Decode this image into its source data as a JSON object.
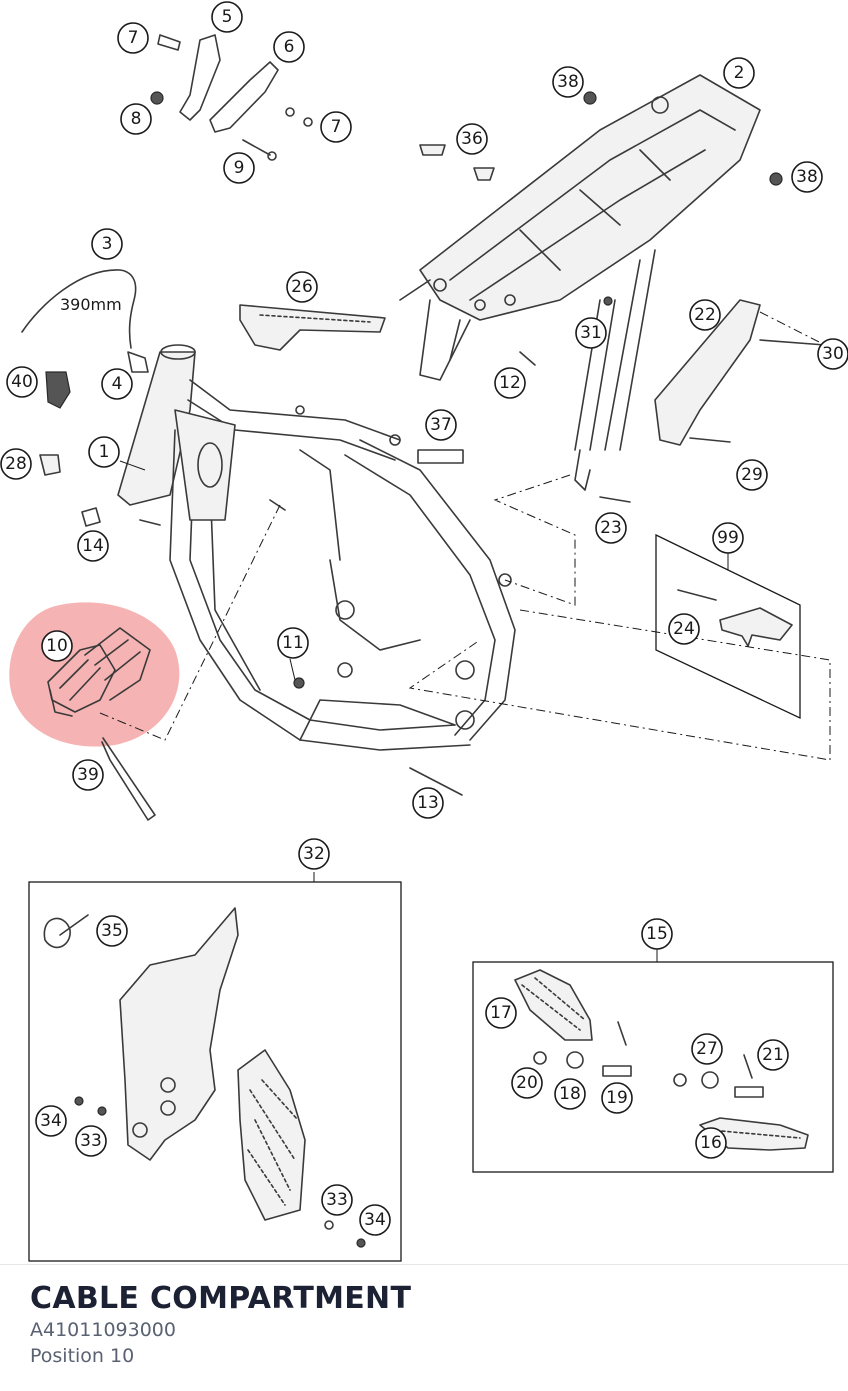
{
  "highlight_color": "#f08080",
  "dimension_label": "390mm",
  "callouts": [
    "1",
    "2",
    "3",
    "4",
    "5",
    "6",
    "7",
    "7",
    "8",
    "9",
    "10",
    "11",
    "12",
    "13",
    "14",
    "15",
    "16",
    "17",
    "18",
    "19",
    "20",
    "21",
    "22",
    "23",
    "24",
    "26",
    "27",
    "28",
    "29",
    "30",
    "31",
    "32",
    "33",
    "33",
    "34",
    "34",
    "35",
    "36",
    "37",
    "38",
    "38",
    "39",
    "40",
    "99"
  ],
  "part": {
    "title": "CABLE COMPARTMENT",
    "number": "A41011093000",
    "position": "Position 10"
  }
}
